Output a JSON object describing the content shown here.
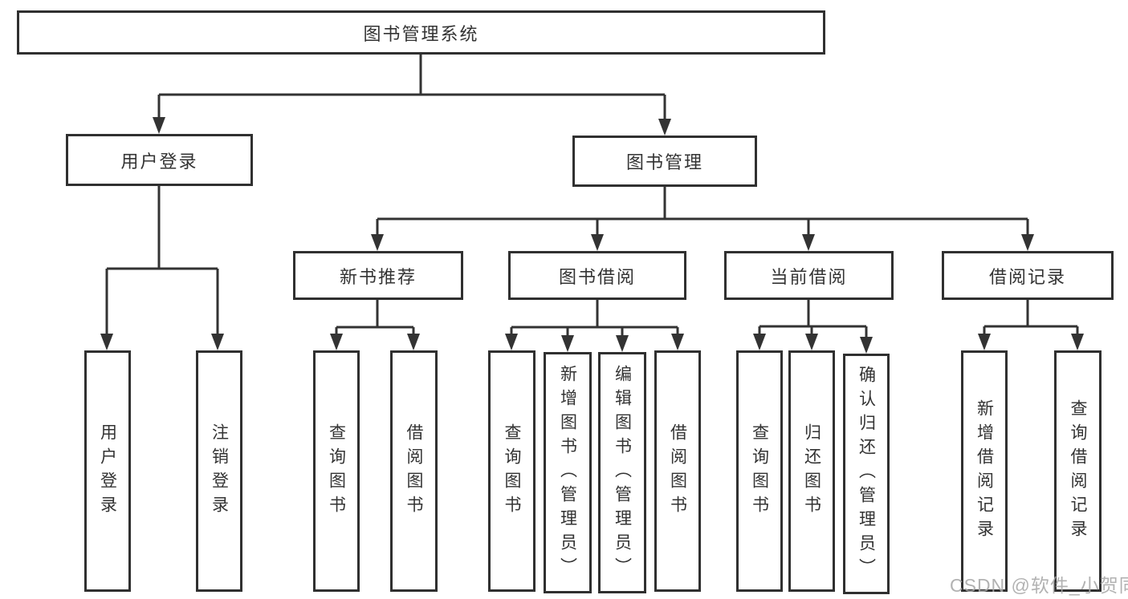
{
  "tree": {
    "root": {
      "label": "图书管理系统",
      "children": [
        {
          "label": "用户登录",
          "children": [
            {
              "label": "用户登录"
            },
            {
              "label": "注销登录"
            }
          ]
        },
        {
          "label": "图书管理",
          "children": [
            {
              "label": "新书推荐",
              "children": [
                {
                  "label": "查询图书"
                },
                {
                  "label": "借阅图书"
                }
              ]
            },
            {
              "label": "图书借阅",
              "children": [
                {
                  "label": "查询图书"
                },
                {
                  "label": "新增图书（管理员）"
                },
                {
                  "label": "编辑图书（管理员）"
                },
                {
                  "label": "借阅图书"
                }
              ]
            },
            {
              "label": "当前借阅",
              "children": [
                {
                  "label": "查询图书"
                },
                {
                  "label": "归还图书"
                },
                {
                  "label": "确认归还（管理员）"
                }
              ]
            },
            {
              "label": "借阅记录",
              "children": [
                {
                  "label": "新增借阅记录"
                },
                {
                  "label": "查询借阅记录"
                }
              ]
            }
          ]
        }
      ]
    }
  },
  "watermark": {
    "text": "CSDN @软件_小贺同学"
  },
  "colors": {
    "line": "#333333",
    "border": "#303030",
    "text": "#333333",
    "background": "#ffffff",
    "watermark": "#a8a8a8"
  }
}
